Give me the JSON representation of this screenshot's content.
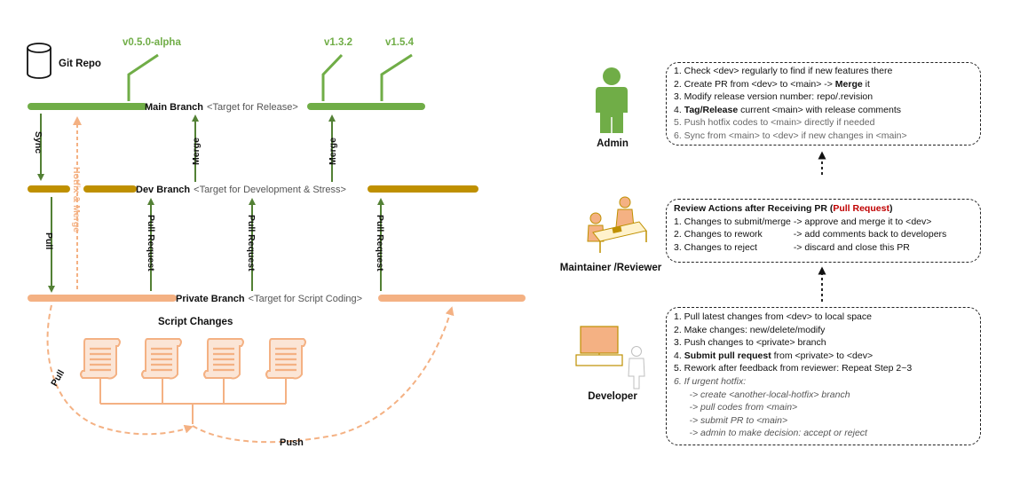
{
  "git_repo": {
    "label": "Git Repo"
  },
  "versions": [
    "v0.5.0-alpha",
    "v1.3.2",
    "v1.5.4"
  ],
  "branches": {
    "main": {
      "name": "Main Branch",
      "target": "<Target for Release>"
    },
    "dev": {
      "name": "Dev Branch",
      "target": "<Target for Development & Stress>"
    },
    "private": {
      "name": "Private Branch",
      "target": "<Target for Script Coding>"
    }
  },
  "arrows": {
    "sync": "Sync",
    "pull": "Pull",
    "hotfix_merge": "Hotfix & Merge",
    "merge": "Merge",
    "pull_request": "Pull Request",
    "push": "Push"
  },
  "script_changes": {
    "label": "Script Changes"
  },
  "roles": {
    "admin": "Admin",
    "maintainer": "Maintainer /Reviewer",
    "developer": "Developer"
  },
  "admin_box": {
    "lines": [
      "1. Check <dev> regularly to find if new features there",
      "2. Create PR from <dev> to <main> -> ",
      "3. Modify release version number: repo/.revision",
      "4. ",
      "5. Push hotfix codes to <main> directly if needed",
      "6. Sync from <main> to <dev> if new changes in <main>"
    ],
    "merge_bold": "Merge",
    "merge_tail": " it",
    "tag_bold": "Tag/Release",
    "tag_tail": " current <main> with release comments"
  },
  "reviewer_box": {
    "title_prefix": "Review Actions after Receiving PR (",
    "title_highlight": "Pull Request",
    "title_suffix": ")",
    "lines": [
      "1. Changes to submit/merge -> approve and merge it to <dev>",
      "2. Changes to rework            -> add comments back to developers",
      "3. Changes to reject              -> discard and close this PR"
    ],
    "highlight_color": "#c00000"
  },
  "developer_box": {
    "lines": [
      "1. Pull latest changes from <dev> to local space",
      "2. Make changes: new/delete/modify",
      "3. Push changes to <private> branch",
      "4. ",
      "5. Rework after feedback from reviewer: Repeat Step 2~3",
      "6. If urgent hotfix:",
      "      -> create <another-local-hotfix> branch",
      "      -> pull codes from <main>",
      "      -> submit PR to <main>",
      "      -> admin to make decision: accept or reject"
    ],
    "submit_bold": "Submit pull request",
    "submit_tail": " from <private> to <dev>"
  },
  "colors": {
    "main": "#70ad47",
    "dev": "#bf9000",
    "private": "#f4b183",
    "dark_green": "#538135",
    "hotfix": "#f4b183"
  }
}
